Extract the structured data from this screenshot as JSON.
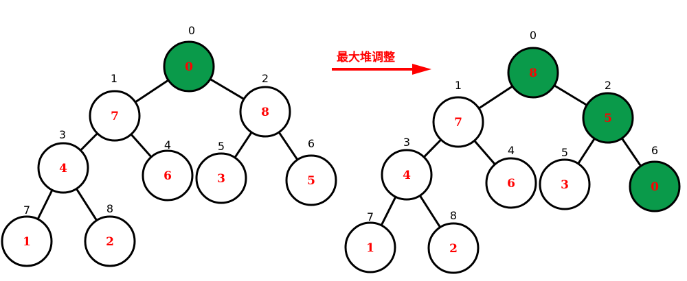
{
  "colors": {
    "highlight_fill": "#0a9a4a",
    "normal_fill": "#ffffff",
    "value_text": "#ff0000",
    "arrow": "#ff0000",
    "stroke": "#000000"
  },
  "arrow": {
    "caption": "最大堆调整"
  },
  "before_tree": {
    "nodes": [
      {
        "index": "0",
        "value": "0",
        "highlight": true
      },
      {
        "index": "1",
        "value": "7",
        "highlight": false
      },
      {
        "index": "2",
        "value": "8",
        "highlight": false
      },
      {
        "index": "3",
        "value": "4",
        "highlight": false
      },
      {
        "index": "4",
        "value": "6",
        "highlight": false
      },
      {
        "index": "5",
        "value": "3",
        "highlight": false
      },
      {
        "index": "6",
        "value": "5",
        "highlight": false
      },
      {
        "index": "7",
        "value": "1",
        "highlight": false
      },
      {
        "index": "8",
        "value": "2",
        "highlight": false
      }
    ]
  },
  "after_tree": {
    "nodes": [
      {
        "index": "0",
        "value": "8",
        "highlight": true
      },
      {
        "index": "1",
        "value": "7",
        "highlight": false
      },
      {
        "index": "2",
        "value": "5",
        "highlight": true
      },
      {
        "index": "3",
        "value": "4",
        "highlight": false
      },
      {
        "index": "4",
        "value": "6",
        "highlight": false
      },
      {
        "index": "5",
        "value": "3",
        "highlight": false
      },
      {
        "index": "6",
        "value": "0",
        "highlight": true
      },
      {
        "index": "7",
        "value": "1",
        "highlight": false
      },
      {
        "index": "8",
        "value": "2",
        "highlight": false
      }
    ]
  }
}
